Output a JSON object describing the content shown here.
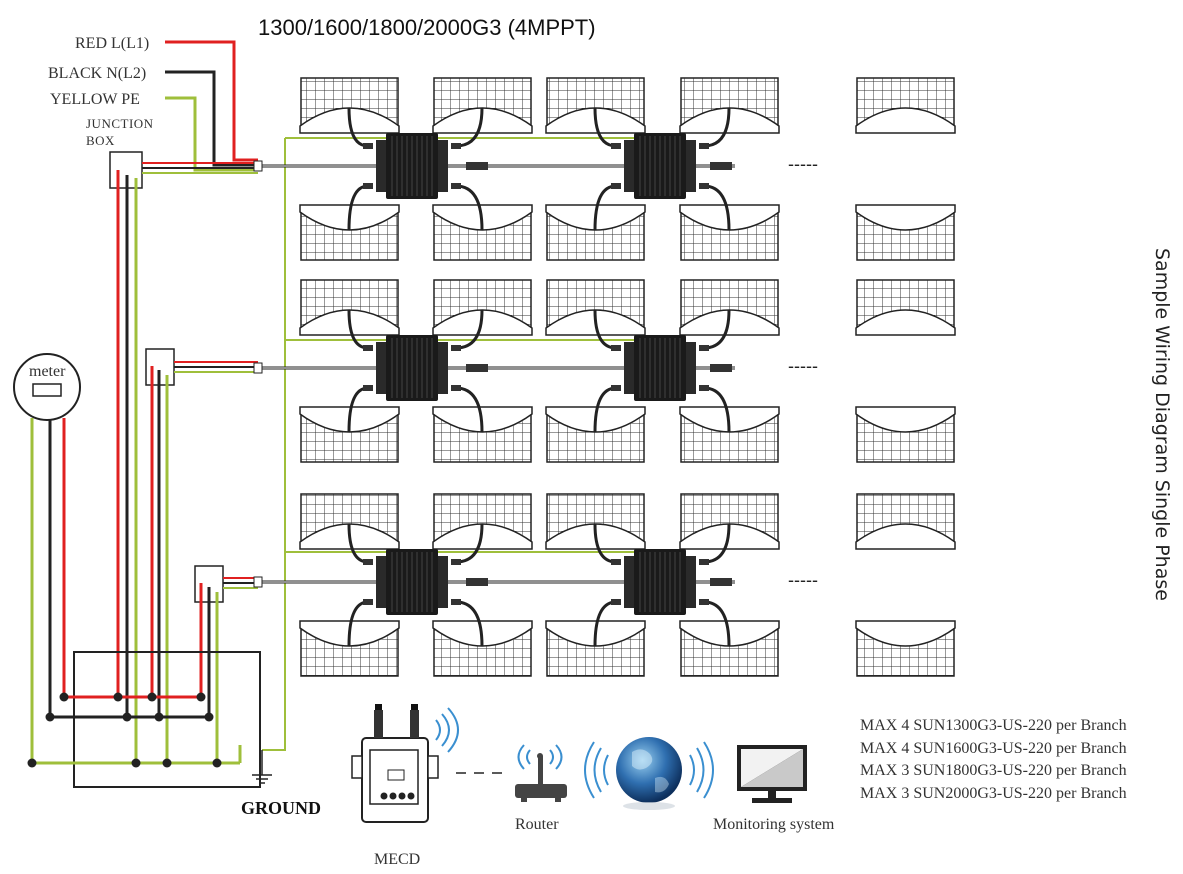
{
  "title": "1300/1600/1800/2000G3 (4MPPT)",
  "side_title": "Sample Wiring Diagram Single Phase",
  "wires": [
    {
      "label": "RED L(L1)",
      "color": "#e02020"
    },
    {
      "label": "BLACK N(L2)",
      "color": "#222222"
    },
    {
      "label": "YELLOW   PE",
      "color": "#9fbf3b"
    }
  ],
  "junction_box_label_line1": "JUNCTION",
  "junction_box_label_line2": "BOX",
  "meter_label": "meter",
  "ground_label": "GROUND",
  "mecd_label": "MECD",
  "router_label": "Router",
  "monitoring_label": "Monitoring system",
  "continuation_mark": "-----",
  "branch_notes": [
    "MAX 4 SUN1300G3-US-220 per Branch",
    "MAX 4 SUN1600G3-US-220 per Branch",
    "MAX 3 SUN1800G3-US-220 per Branch",
    "MAX 3 SUN2000G3-US-220 per Branch"
  ]
}
